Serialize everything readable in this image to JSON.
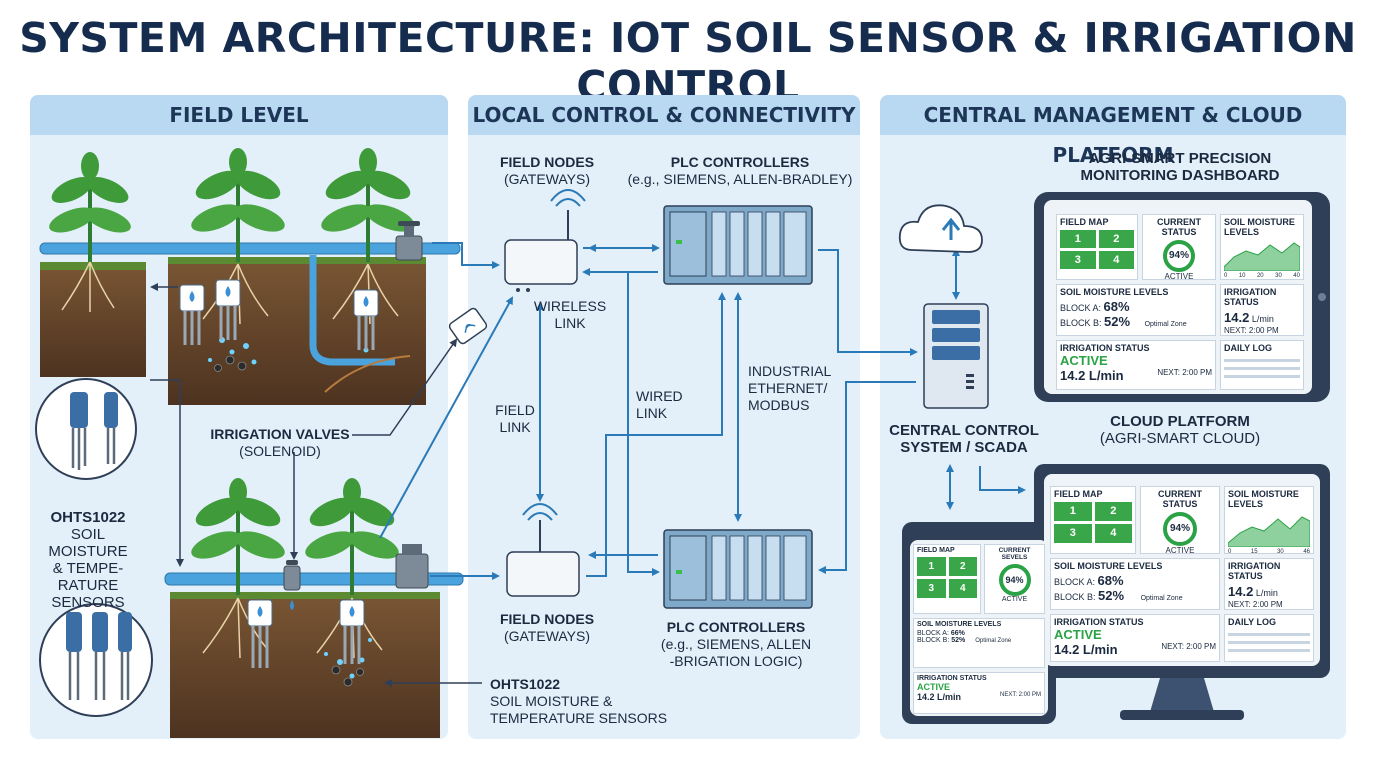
{
  "title": "SYSTEM ARCHITECTURE: IOT SOIL SENSOR & IRRIGATION CONTROL",
  "panels": {
    "field": "FIELD LEVEL",
    "local": "LOCAL CONTROL & CONNECTIVITY",
    "central": "CENTRAL MANAGEMENT & CLOUD PLATFORM"
  },
  "labels": {
    "valves_title": "IRRIGATION VALVES",
    "valves_sub": "(SOLENOID)",
    "sensor_left_1": "OHTS1022",
    "sensor_left_2": "SOIL MOISTURE",
    "sensor_left_3": "& TEMPE-",
    "sensor_left_4": "RATURE",
    "sensor_left_5": "SENSORS",
    "sensor_bottom_1": "OHTS1022",
    "sensor_bottom_2": "SOIL MOISTURE &",
    "sensor_bottom_3": "TEMPERATURE SENSORS",
    "nodes_top_1": "FIELD NODES",
    "nodes_top_2": "(GATEWAYS)",
    "plc_top_1": "PLC CONTROLLERS",
    "plc_top_2": "(e.g., SIEMENS, ALLEN-BRADLEY)",
    "wireless_1": "WIRELESS",
    "wireless_2": "LINK",
    "field_link_1": "FIELD",
    "field_link_2": "LINK",
    "wired_1": "WIRED",
    "wired_2": "LINK",
    "eth_1": "INDUSTRIAL",
    "eth_2": "ETHERNET/",
    "eth_3": "MODBUS",
    "nodes_bot_1": "FIELD NODES",
    "nodes_bot_2": "(GATEWAYS)",
    "plc_bot_1": "PLC CONTROLLERS",
    "plc_bot_2": "(e.g., SIEMENS, ALLEN",
    "plc_bot_3": "-BRIGATION LOGIC)",
    "dash_title_1": "AGRI-SMART PRECISION",
    "dash_title_2": "MONITORING DASHBOARD",
    "cloud_1": "CLOUD PLATFORM",
    "cloud_2": "(AGRI-SMART CLOUD)",
    "scada_1": "CENTRAL CONTROL",
    "scada_2": "SYSTEM / SCADA"
  },
  "dash_main": {
    "field_map": "FIELD MAP",
    "blocks": [
      "1",
      "2",
      "3",
      "4"
    ],
    "current_status": "CURRENT STATUS",
    "pct": "94%",
    "active": "ACTIVE",
    "soil_levels": "SOIL MOISTURE LEVELS",
    "axis": [
      "0",
      "10",
      "20",
      "30",
      "40"
    ],
    "soil_levels2": "SOIL MOISTURE LEVELS",
    "block_a": "BLOCK A:",
    "block_a_val": "68%",
    "block_b": "BLOCK B:",
    "block_b_val": "52%",
    "optimal": "Optimal Zone",
    "irr_status": "IRRIGATION STATUS",
    "flow": "14.2",
    "flow_unit": "L/min",
    "next": "NEXT: 2:00 PM",
    "irr_status2": "IRRIGATION STATUS",
    "active2": "ACTIVE",
    "flow2": "14.2 L/min",
    "next2": "NEXT: 2:00 PM",
    "daily_log": "DAILY LOG"
  },
  "dash_monitor": {
    "field_map": "FIELD MAP",
    "blocks": [
      "1",
      "2",
      "3",
      "4"
    ],
    "current_status": "CURRENT STATUS",
    "pct": "94%",
    "active": "ACTIVE",
    "soil_levels": "SOIL MOISTURE LEVELS",
    "axis": [
      "0",
      "15",
      "30",
      "46"
    ],
    "soil_levels2": "SOIL MOISTURE LEVELS",
    "block_a": "BLOCK A:",
    "block_a_val": "68%",
    "block_b": "BLOCK B:",
    "block_b_val": "52%",
    "optimal": "Optimal Zone",
    "irr_status": "IRRIGATION STATUS",
    "flow": "14.2",
    "flow_unit": "L/min",
    "next": "NEXT: 2:00 PM",
    "irr_status2": "IRRIGATION STATUS",
    "active2": "ACTIVE",
    "flow2": "14.2 L/min",
    "next2": "NEXT: 2:00 PM",
    "daily_log": "DAILY LOG"
  },
  "dash_tablet": {
    "field_map": "FIELD MAP",
    "blocks": [
      "1",
      "2",
      "3",
      "4"
    ],
    "current_status": "CURRENT SEVELS",
    "pct": "94%",
    "active": "ACTIVE",
    "soil_levels": "SOIL MOISTURE LEVELS",
    "block_a": "BLOCK A:",
    "block_a_val": "66%",
    "block_b": "BLOCK B:",
    "block_b_val": "52%",
    "optimal": "Optimal Zone",
    "irr_status": "IRRIGATION STATUS",
    "active2": "ACTIVE",
    "flow2": "14.2 L/min",
    "next2": "NEXT: 2:00 PM"
  },
  "colors": {
    "link": "#2a7ab8",
    "pipe": "#4aa3dd",
    "soil": "#6b4a2b",
    "panel": "#e3eff9",
    "panel_head": "#b8d9f1",
    "plc": "#7fa9c9",
    "status_green": "#2aa245",
    "map_green": "#3aa64a"
  }
}
